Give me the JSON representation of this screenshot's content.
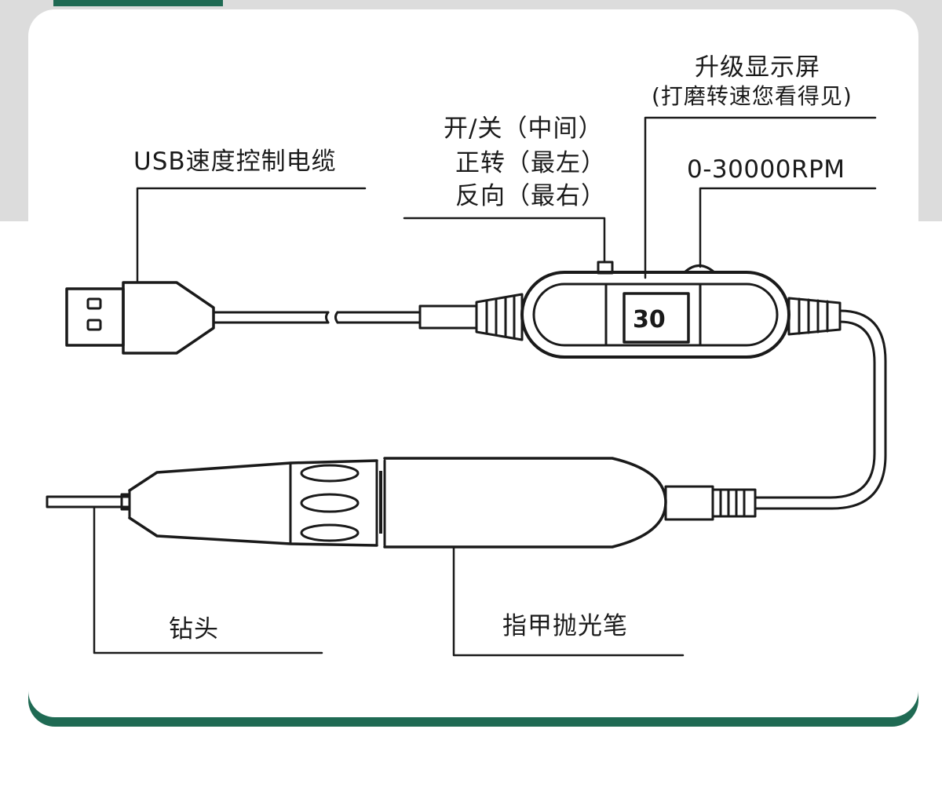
{
  "labels": {
    "usb_cable": "USB速度控制电缆",
    "switch_line1": "开/关（中间）",
    "switch_line2": "正转（最左）",
    "switch_line3": "反向（最右）",
    "display_title": "升级显示屏",
    "display_subtitle": "(打磨转速您看得见)",
    "speed_range": "0-30000RPM",
    "drill_bit": "钻头",
    "pen": "指甲抛光笔"
  },
  "display": {
    "value": "30"
  },
  "colors": {
    "background_band": "#dcdcdc",
    "accent": "#1f6a53",
    "line": "#1a1a1a"
  }
}
